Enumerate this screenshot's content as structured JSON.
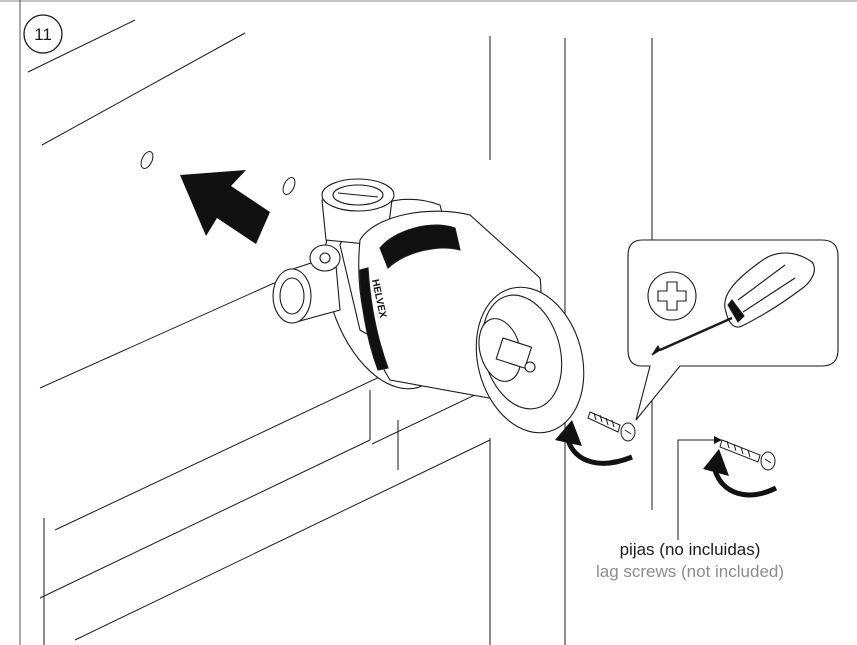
{
  "step": {
    "number": "11"
  },
  "callout": {
    "label_es": "pijas (no incluidas)",
    "label_en": "lag screws (not included)"
  },
  "valve": {
    "brand": "HELVEX"
  },
  "icons": {
    "screwdriver": "phillips-screwdriver-icon",
    "phillips_head": "phillips-head-icon",
    "push_arrow": "arrow-icon",
    "rotate_arrow": "curved-arrow-icon"
  },
  "colors": {
    "line": "#1a1a1a",
    "secondary_text": "#8c8c8c",
    "background": "#ffffff"
  }
}
